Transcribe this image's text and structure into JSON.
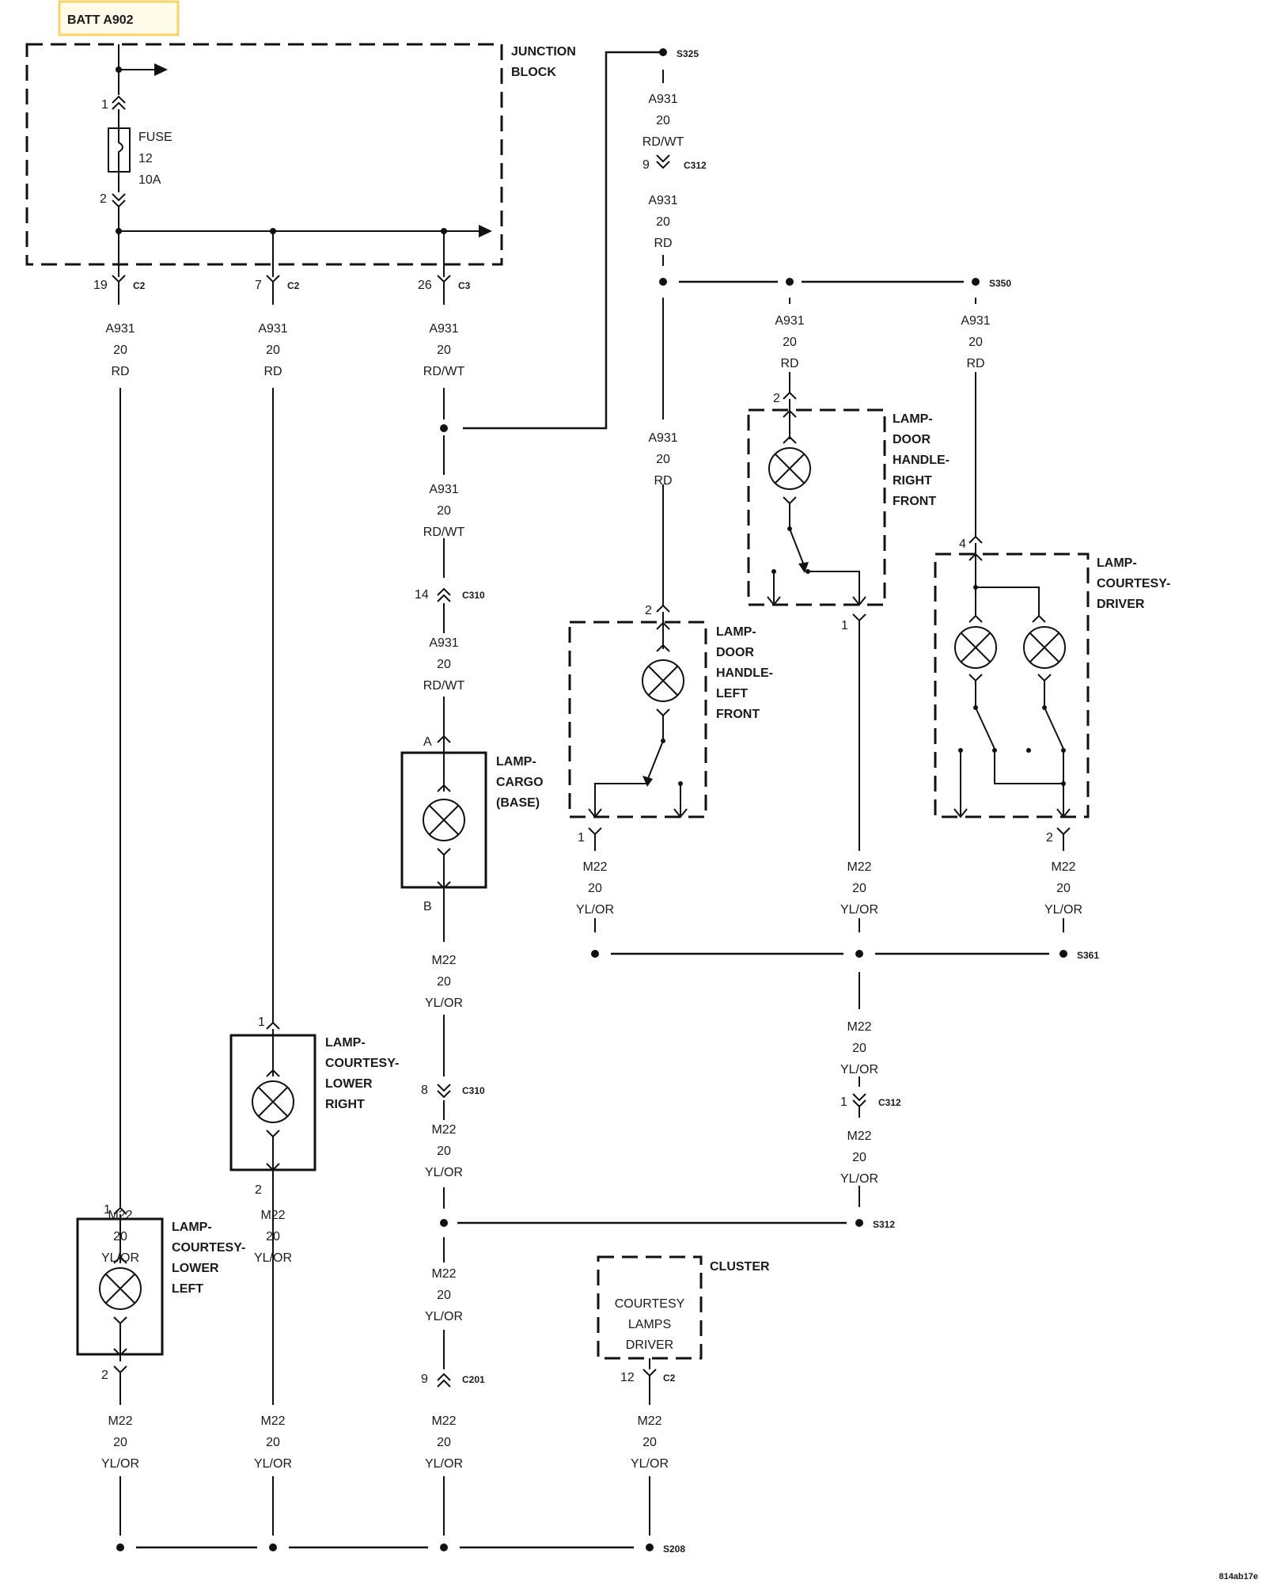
{
  "battery": {
    "label": "BATT A902"
  },
  "junction_block": {
    "line1": "JUNCTION",
    "line2": "BLOCK"
  },
  "fuse": {
    "line1": "FUSE",
    "line2": "12",
    "line3": "10A"
  },
  "pins": {
    "fuse_in": "1",
    "fuse_out": "2"
  },
  "jb_connectors": [
    {
      "pin": "19",
      "conn": "C2"
    },
    {
      "pin": "7",
      "conn": "C2"
    },
    {
      "pin": "26",
      "conn": "C3"
    }
  ],
  "wire_labels": [
    {
      "circuit": "A931",
      "gauge": "20",
      "color": "RD"
    },
    {
      "circuit": "A931",
      "gauge": "20",
      "color": "RD"
    },
    {
      "circuit": "A931",
      "gauge": "20",
      "color": "RD/WT"
    },
    {
      "circuit": "A931",
      "gauge": "20",
      "color": "RD/WT"
    },
    {
      "circuit": "A931",
      "gauge": "20",
      "color": "RD/WT"
    },
    {
      "circuit": "A931",
      "gauge": "20",
      "color": "RD/WT"
    },
    {
      "circuit": "A931",
      "gauge": "20",
      "color": "RD"
    },
    {
      "circuit": "A931",
      "gauge": "20",
      "color": "RD"
    },
    {
      "circuit": "A931",
      "gauge": "20",
      "color": "RD"
    },
    {
      "circuit": "A931",
      "gauge": "20",
      "color": "RD"
    },
    {
      "circuit": "M22",
      "gauge": "20",
      "color": "YL/OR"
    },
    {
      "circuit": "M22",
      "gauge": "20",
      "color": "YL/OR"
    },
    {
      "circuit": "M22",
      "gauge": "20",
      "color": "YL/OR"
    },
    {
      "circuit": "M22",
      "gauge": "20",
      "color": "YL/OR"
    },
    {
      "circuit": "M22",
      "gauge": "20",
      "color": "YL/OR"
    },
    {
      "circuit": "M22",
      "gauge": "20",
      "color": "YL/OR"
    },
    {
      "circuit": "M22",
      "gauge": "20",
      "color": "YL/OR"
    },
    {
      "circuit": "M22",
      "gauge": "20",
      "color": "YL/OR"
    },
    {
      "circuit": "M22",
      "gauge": "20",
      "color": "YL/OR"
    },
    {
      "circuit": "M22",
      "gauge": "20",
      "color": "YL/OR"
    },
    {
      "circuit": "M22",
      "gauge": "20",
      "color": "YL/OR"
    },
    {
      "circuit": "M22",
      "gauge": "20",
      "color": "YL/OR"
    },
    {
      "circuit": "M22",
      "gauge": "20",
      "color": "YL/OR"
    },
    {
      "circuit": "M22",
      "gauge": "20",
      "color": "YL/OR"
    }
  ],
  "inline_connectors": [
    {
      "pin": "9",
      "conn": "C312"
    },
    {
      "pin": "14",
      "conn": "C310"
    },
    {
      "pin": "8",
      "conn": "C310"
    },
    {
      "pin": "1",
      "conn": "C312"
    },
    {
      "pin": "9",
      "conn": "C201"
    },
    {
      "pin": "12",
      "conn": "C2"
    }
  ],
  "splices": [
    "S325",
    "S350",
    "S361",
    "S312",
    "S208"
  ],
  "lamps": [
    {
      "lines": [
        "LAMP-",
        "CARGO",
        "(BASE)"
      ],
      "pin_top": "A",
      "pin_bottom": "B"
    },
    {
      "lines": [
        "LAMP-",
        "COURTESY-",
        "LOWER",
        "RIGHT"
      ],
      "pin_top": "1",
      "pin_bottom": "2"
    },
    {
      "lines": [
        "LAMP-",
        "COURTESY-",
        "LOWER",
        "LEFT"
      ],
      "pin_top": "1",
      "pin_bottom": "2"
    },
    {
      "lines": [
        "LAMP-",
        "DOOR",
        "HANDLE-",
        "LEFT",
        "FRONT"
      ],
      "pin_top": "2",
      "pin_bottom": "1"
    },
    {
      "lines": [
        "LAMP-",
        "DOOR",
        "HANDLE-",
        "RIGHT",
        "FRONT"
      ],
      "pin_top": "2",
      "pin_bottom": "1"
    },
    {
      "lines": [
        "LAMP-",
        "COURTESY-",
        "DRIVER"
      ],
      "pin_top": "4",
      "pin_bottom": "2"
    }
  ],
  "cluster": {
    "title": "CLUSTER",
    "line1": "COURTESY",
    "line2": "LAMPS",
    "line3": "DRIVER"
  },
  "figure_id": "814ab17e"
}
